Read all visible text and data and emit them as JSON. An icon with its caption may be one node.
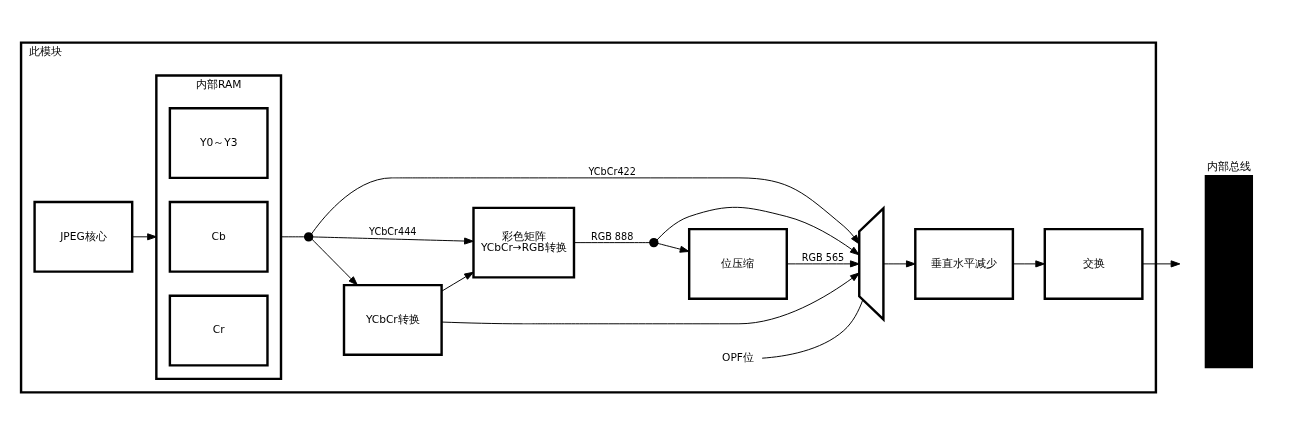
{
  "diagram": {
    "nodes": [
      {
        "text": [
          "此模块"
        ]
      },
      {
        "text": [
          "JPEG核心"
        ],
        "in": 0
      },
      {
        "text": [
          "内部RAM"
        ],
        "in": 0
      },
      {
        "text": [
          "Y0～Y3"
        ],
        "in": 2
      },
      {
        "text": [
          "Cb"
        ],
        "in": 2
      },
      {
        "text": [
          "Cr"
        ],
        "in": 2
      },
      {
        "text": [],
        "shape": "circle",
        "in": 0
      },
      {
        "text": [
          "YCbCr转换"
        ],
        "in": 0
      },
      {
        "text": [
          "彩色矩阵",
          "YCbCr→RGB转换"
        ],
        "in": 0
      },
      {
        "text": [],
        "shape": "circle",
        "in": 0
      },
      {
        "text": [
          "位压缩"
        ],
        "in": 0
      },
      {
        "text": [],
        "shape": "trapezoid",
        "in": 0
      },
      {
        "text": [
          "OPF位"
        ],
        "in": 0
      },
      {
        "text": [
          "垂直水平减少"
        ],
        "in": 0
      },
      {
        "text": [
          "交换"
        ],
        "in": 0
      },
      {
        "text": [
          "内部总线"
        ]
      }
    ],
    "edges": [
      {
        "from": 1,
        "to": 2,
        "arrow": "to"
      },
      {
        "from": 2,
        "to": 6,
        "arrow": "none"
      },
      {
        "from": 6,
        "to": 7,
        "arrow": "to"
      },
      {
        "from": 6,
        "to": 11,
        "arrow": "to",
        "label": "YCbCr422"
      },
      {
        "from": 7,
        "to": 11,
        "arrow": "to"
      },
      {
        "from": 7,
        "to": 8,
        "arrow": "to"
      },
      {
        "from": 6,
        "to": 8,
        "arrow": "to",
        "label": "YCbCr444"
      },
      {
        "from": 8,
        "to": 9,
        "arrow": "none",
        "label": "RGB 888"
      },
      {
        "from": 9,
        "to": 10,
        "arrow": "to"
      },
      {
        "from": 9,
        "to": 11,
        "arrow": "to"
      },
      {
        "from": 10,
        "to": 11,
        "arrow": "to",
        "label": "RGB 565"
      },
      {
        "from": 12,
        "to": 11,
        "arrow": "none"
      },
      {
        "from": 11,
        "to": 13,
        "arrow": "to"
      },
      {
        "from": 13,
        "to": 14,
        "arrow": "to"
      },
      {
        "from": 14,
        "to": 15,
        "arrow": "to"
      }
    ]
  }
}
